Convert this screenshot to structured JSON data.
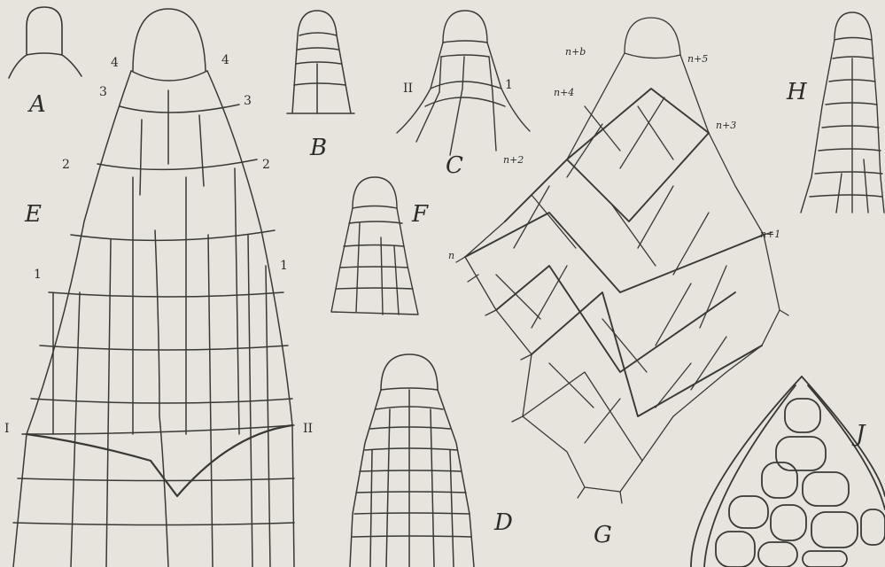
{
  "figure_letters": {
    "A": "A",
    "B": "B",
    "C": "C",
    "D": "D",
    "E": "E",
    "F": "F",
    "G": "G",
    "H": "H",
    "J": "J"
  },
  "figure_E_labels": {
    "left_4": "4",
    "right_4": "4",
    "left_3": "3",
    "right_3": "3",
    "left_2": "2",
    "right_2": "2",
    "left_1": "1",
    "right_1": "1",
    "left_I": "I",
    "right_II": "II"
  },
  "figure_C_labels": {
    "left": "II",
    "right": "1"
  },
  "figure_G_labels": {
    "n_b": "n+b",
    "n_5": "n+5",
    "n_4": "n+4",
    "n_3": "n+3",
    "n_2": "n+2",
    "n_1": "n+1",
    "n": "n"
  },
  "colors": {
    "paper": "#e6e4dd",
    "ink": "#3a3833"
  }
}
